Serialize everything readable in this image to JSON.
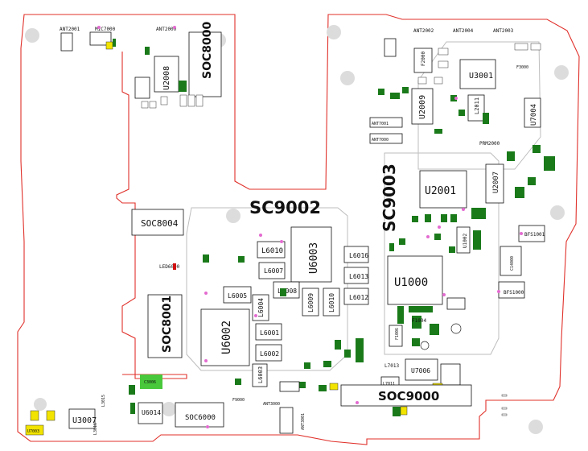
{
  "board": {
    "outline_color": "#e0302a",
    "component_fill": "#1a7a1a",
    "marker_color": "#e36bd0",
    "highlight_color": "#f2e400"
  },
  "labels": {
    "ant2001": "ANT2001",
    "mic7000": "MIC7000",
    "ant2000": "ANT2000",
    "soc8000": "SOC8000",
    "u2008": "U2008",
    "ant2002": "ANT2002",
    "ant2004": "ANT2004",
    "ant2003": "ANT2003",
    "f2000": "F2000",
    "u3001": "U3001",
    "f3000": "F3000",
    "u2009": "U2009",
    "l2011": "L2011",
    "u7004": "U7004",
    "prm2000": "PRM2000",
    "ant7001": "ANT7001",
    "ant7000": "ANT7000",
    "sc9003": "SC9003",
    "u2001": "U2001",
    "u2007": "U2007",
    "sc9002": "SC9002",
    "soc8004": "SOC8004",
    "bfs1001": "BFS1001",
    "c14000": "C14000",
    "bfs1000": "BFS1000",
    "l6010a": "L6010",
    "u6003": "U6003",
    "l6007": "L6007",
    "l6016": "L6016",
    "l6013": "L6013",
    "l6012": "L6012",
    "led6000": "LED6000",
    "l6005": "L6005",
    "l6008": "L6008",
    "l6009": "L6009",
    "l6010b": "L6010",
    "u1000": "U1000",
    "u1002": "U1002",
    "soc8001": "SOC8001",
    "l6004": "L6004",
    "u6002": "U6002",
    "l6001": "L6001",
    "l6002": "L6002",
    "l6003": "L6003",
    "f1004": "F1004",
    "f1006": "F1006",
    "u7006": "U7006",
    "l7013": "L7013",
    "l7011": "L7011",
    "f9000": "F9000",
    "ant3000": "ANT3000",
    "ant3001": "ANT3001",
    "soc9000": "SOC9000",
    "u3007": "U3007",
    "l3015": "L3015",
    "l3016": "L3016",
    "u6014": "U6014",
    "soc6000": "SOC6000",
    "u7003": "U7003",
    "c3006": "C3006"
  }
}
